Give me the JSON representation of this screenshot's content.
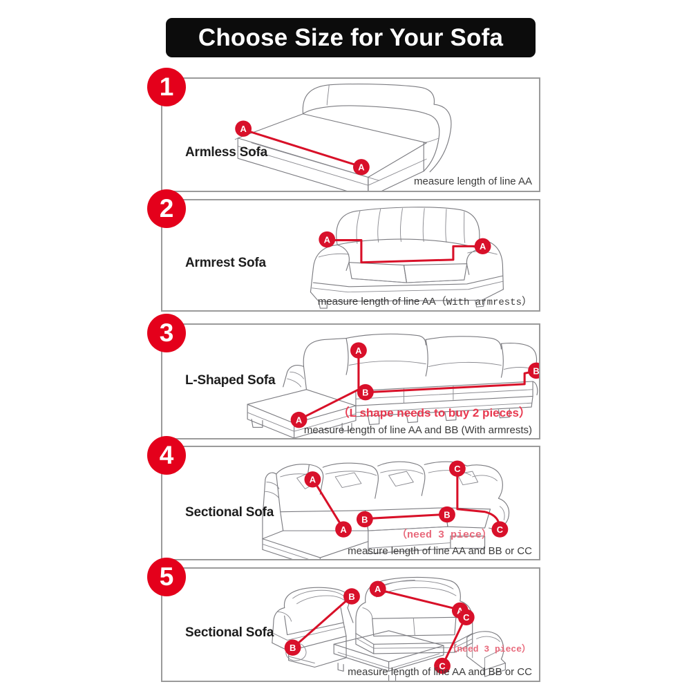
{
  "header": {
    "title": "Choose Size for Your Sofa",
    "plate_color": "#0c0c0c",
    "text_color": "#ffffff"
  },
  "theme": {
    "badge_red": "#e4001b",
    "measure_red": "#d81028",
    "note_red": "#e8384f",
    "note_red_soft": "#e8687a",
    "box_border": "#9a9a9a",
    "sketch_line": "#7b7b80",
    "background": "#ffffff"
  },
  "rows": [
    {
      "number": "1",
      "label": "Armless Sofa",
      "caption": "measure length of line AA",
      "caption_mono": "",
      "caption_tail": "",
      "note": "",
      "markers": [
        "A",
        "A"
      ],
      "illustration": "armless-sofa-line-drawing"
    },
    {
      "number": "2",
      "label": "Armrest Sofa",
      "caption": "measure length of line AA（",
      "caption_mono": "With armrests",
      "caption_tail": "）",
      "note": "",
      "markers": [
        "A",
        "A"
      ],
      "illustration": "armrest-sofa-line-drawing"
    },
    {
      "number": "3",
      "label": "L-Shaped Sofa",
      "caption": "measure length of line AA and BB (With armrests)",
      "caption_mono": "",
      "caption_tail": "",
      "note": "（L shape needs to buy 2 pieces）",
      "markers": [
        "A",
        "A",
        "B",
        "B"
      ],
      "illustration": "l-shaped-sofa-line-drawing"
    },
    {
      "number": "4",
      "label": "Sectional Sofa",
      "caption": "measure length of line AA and BB or CC",
      "caption_mono": "",
      "caption_tail": "",
      "note": "（need 3 piece）",
      "markers": [
        "A",
        "A",
        "B",
        "B",
        "C",
        "C"
      ],
      "illustration": "sectional-sofa-u-shape-line-drawing"
    },
    {
      "number": "5",
      "label": "Sectional Sofa",
      "caption": "measure length of line AA and BB or CC",
      "caption_mono": "",
      "caption_tail": "",
      "note": "（need 3 piece）",
      "markers": [
        "A",
        "A",
        "B",
        "B",
        "C",
        "C"
      ],
      "illustration": "sectional-sofa-with-table-line-drawing"
    }
  ]
}
